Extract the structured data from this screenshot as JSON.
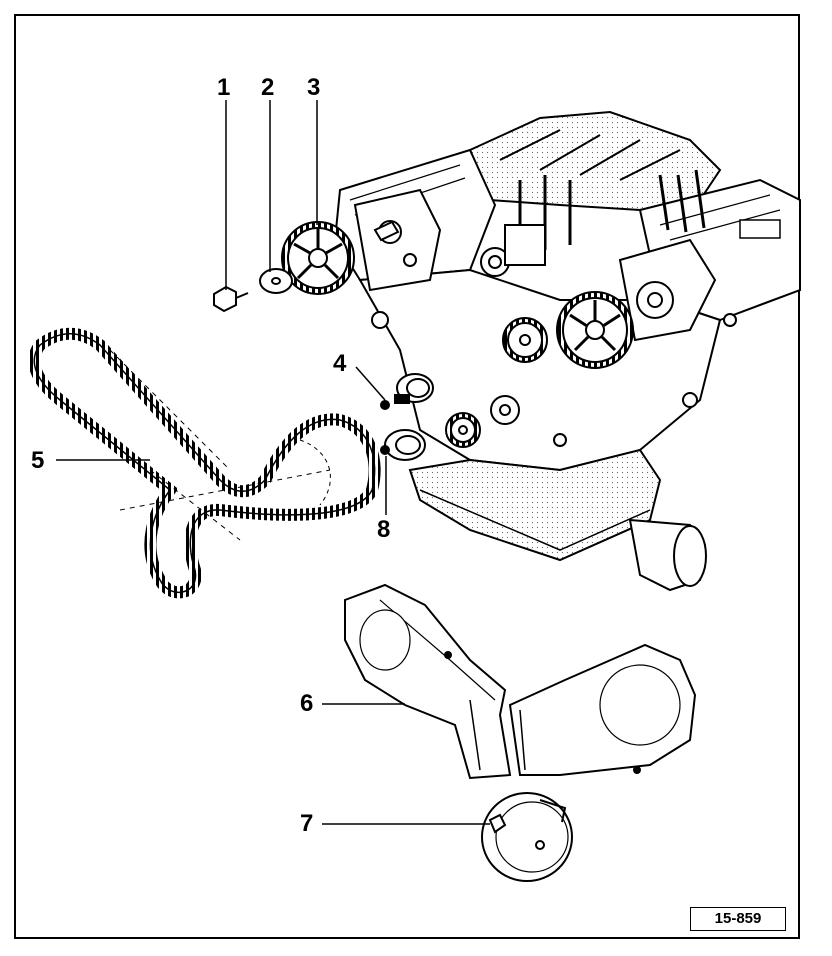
{
  "callouts": {
    "c1": "1",
    "c2": "2",
    "c3": "3",
    "c4": "4",
    "c5": "5",
    "c6": "6",
    "c7": "7",
    "c8": "8"
  },
  "figure_id": "15-859",
  "colors": {
    "ink": "#000000",
    "paper": "#ffffff",
    "shade": "#d9d9d9"
  }
}
